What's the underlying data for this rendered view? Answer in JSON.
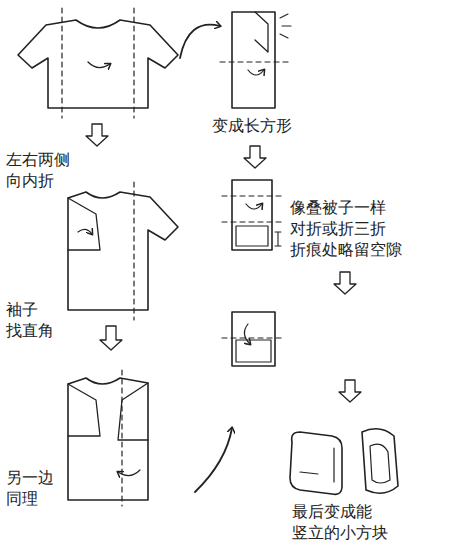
{
  "diagram": {
    "labels": [
      "左右两侧 向内折",
      "袖子 找直角",
      "另一边 同理",
      "变成长方形",
      "像叠被子一样 对折或折三折 折痕处略留空隙",
      "最后变成能 竖立的小方块"
    ]
  }
}
